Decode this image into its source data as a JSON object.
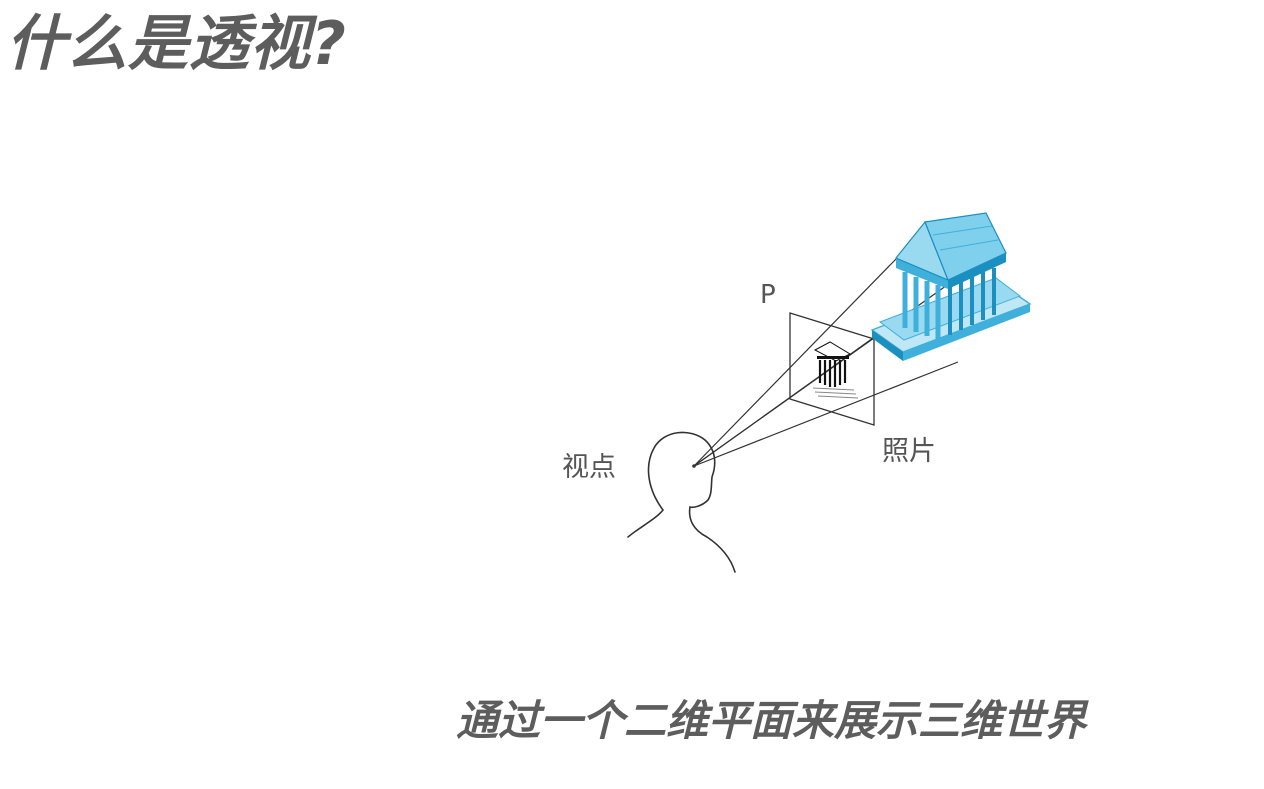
{
  "title": "什么是透视?",
  "subtitle": "通过一个二维平面来展示三维世界",
  "diagram": {
    "label_plane": "P",
    "label_viewpoint": "视点",
    "label_photo": "照片"
  },
  "colors": {
    "text": "#5d5d5d",
    "label": "#555555",
    "temple_light": "#7fd0ec",
    "temple_mid": "#3fb0dc",
    "temple_dark": "#1a8fc0",
    "lines": "#333333"
  },
  "icons": {
    "head": "person-head-outline",
    "plane": "picture-plane",
    "temple": "greek-temple"
  }
}
